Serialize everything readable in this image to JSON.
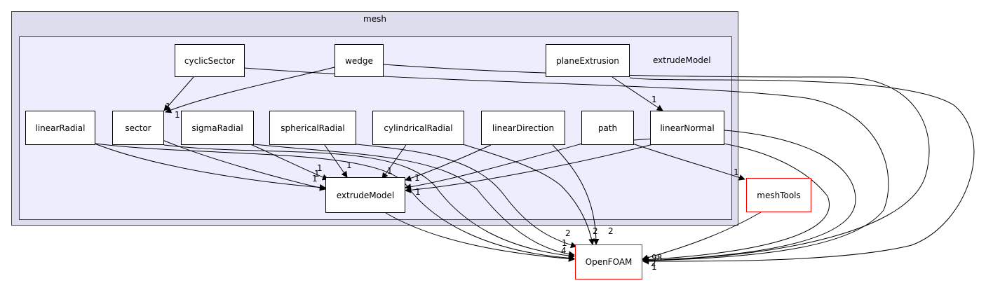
{
  "cluster": {
    "outer_label": "mesh",
    "inner_label": "extrudeModel"
  },
  "nodes": {
    "cyclicSector": "cyclicSector",
    "wedge": "wedge",
    "planeExtrusion": "planeExtrusion",
    "linearRadial": "linearRadial",
    "sector": "sector",
    "sigmaRadial": "sigmaRadial",
    "sphericalRadial": "sphericalRadial",
    "cylindricalRadial": "cylindricalRadial",
    "linearDirection": "linearDirection",
    "path": "path",
    "linearNormal": "linearNormal",
    "extrudeModel": "extrudeModel",
    "meshTools": "meshTools",
    "OpenFOAM": "OpenFOAM"
  },
  "edge_labels": {
    "cyclic_sector": "1",
    "wedge_sector": "1",
    "plane_linearnormal": "1",
    "sigma_extrude": "1",
    "spherical_extrude": "1",
    "cylindrical_extrude": "1",
    "linearradial_extrude": "1",
    "sector_extrude": "1",
    "linearnormal_extrude": "1",
    "path_extrude": "1",
    "path_meshtools": "1",
    "to_openfoam_2a": "2",
    "to_openfoam_2b": "2",
    "to_openfoam_2c": "2",
    "to_openfoam_1": "1",
    "to_openfoam_4": "4",
    "openfoam_98": "98",
    "openfoam_2": "2",
    "openfoam_1": "1"
  },
  "colors": {
    "outer_cluster": "#dddded",
    "inner_cluster": "#ededfd",
    "external_node_border": "#ff0000"
  }
}
